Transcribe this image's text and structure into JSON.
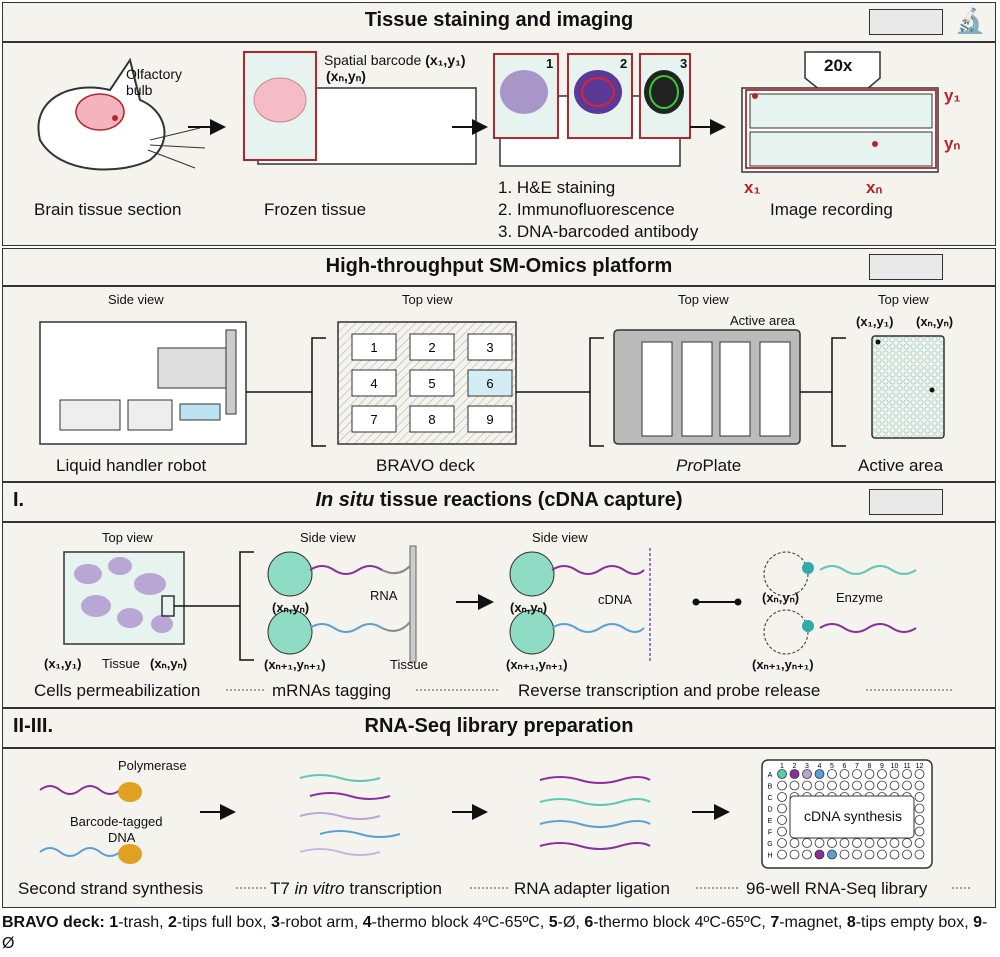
{
  "sections": {
    "s1": {
      "title": "Tissue staining and imaging",
      "labels": {
        "olfactory": "Olfactory",
        "bulb": "bulb",
        "brain": "Brain tissue section",
        "frozen": "Frozen tissue",
        "spatial": "Spatial barcode",
        "x1y1": "(x₁,y₁)",
        "xnyn": "(xₙ,yₙ)",
        "step1": "1. H&E staining",
        "step2": "2. Immunofluorescence",
        "step3": "3. DNA-barcoded antibody",
        "zoom": "20x",
        "y1": "y₁",
        "yn": "yₙ",
        "x1": "x₁",
        "xn": "xₙ",
        "image": "Image recording",
        "n1": "1",
        "n2": "2",
        "n3": "3"
      }
    },
    "s2": {
      "title": "High-throughput SM-Omics platform",
      "labels": {
        "side_view": "Side view",
        "top_view1": "Top view",
        "top_view2": "Top view",
        "top_view3": "Top view",
        "robot": "Liquid handler robot",
        "deck": "BRAVO deck",
        "proplate_pre": "Pro",
        "proplate_post": "Plate",
        "active_area_label": "Active area",
        "active_area": "Active area",
        "x1y1": "(x₁,y₁)",
        "xnyn": "(xₙ,yₙ)"
      },
      "deck_slots": [
        "1",
        "2",
        "3",
        "4",
        "5",
        "6",
        "7",
        "8",
        "9"
      ]
    },
    "s3": {
      "roman": "I.",
      "title_italic": "In situ",
      "title_rest": " tissue reactions (cDNA capture)",
      "labels": {
        "top_view": "Top view",
        "side_view1": "Side view",
        "side_view2": "Side view",
        "x1y1": "(x₁,y₁)",
        "tissue1": "Tissue",
        "xnyn1": "(xₙ,yₙ)",
        "xnyn2": "(xₙ,yₙ)",
        "xnyn3": "(xₙ,yₙ)",
        "xnyn4": "(xₙ,yₙ)",
        "xn1a": "(xₙ₊₁,yₙ₊₁)",
        "xn1b": "(xₙ₊₁,yₙ₊₁)",
        "xn1c": "(xₙ₊₁,yₙ₊₁)",
        "rna": "RNA",
        "tissue2": "Tissue",
        "cdna": "cDNA",
        "enzyme": "Enzyme",
        "perm": "Cells permeabilization",
        "mrna": "mRNAs tagging",
        "rt": "Reverse transcription and probe release"
      }
    },
    "s4": {
      "roman": "II-III.",
      "title": "RNA-Seq library preparation",
      "labels": {
        "polymerase": "Polymerase",
        "barcode1": "Barcode-tagged",
        "barcode2": "DNA",
        "second": "Second strand synthesis",
        "t7_pre": "T7 ",
        "t7_it": "in vitro",
        "t7_post": " transcription",
        "ligation": "RNA adapter ligation",
        "library": "96-well RNA-Seq library",
        "cdna_syn": "cDNA synthesis"
      },
      "plate_cols": [
        "1",
        "2",
        "3",
        "4",
        "5",
        "6",
        "7",
        "8",
        "9",
        "10",
        "11",
        "12"
      ],
      "plate_rows": [
        "A",
        "B",
        "C",
        "D",
        "E",
        "F",
        "G",
        "H"
      ]
    }
  },
  "footer": {
    "bold": "BRAVO deck:",
    "items": [
      {
        "num": "1",
        "text": "-trash, "
      },
      {
        "num": "2",
        "text": "-tips full box, "
      },
      {
        "num": "3",
        "text": "-robot arm, "
      },
      {
        "num": "4",
        "text": "-thermo block 4ºC-65ºC, "
      },
      {
        "num": "5",
        "text": "-Ø, "
      },
      {
        "num": "6",
        "text": "-thermo block 4ºC-65ºC, "
      },
      {
        "num": "7",
        "text": "-magnet, "
      },
      {
        "num": "8",
        "text": "-tips empty box, "
      },
      {
        "num": "9",
        "text": "-Ø"
      }
    ]
  },
  "colors": {
    "red": "#b3262b",
    "purple": "#8a2f9e",
    "teal": "#5ec8b0",
    "blue": "#5aa0d8",
    "tissue": "#b8a6d4",
    "panel": "#f4f3ee"
  }
}
